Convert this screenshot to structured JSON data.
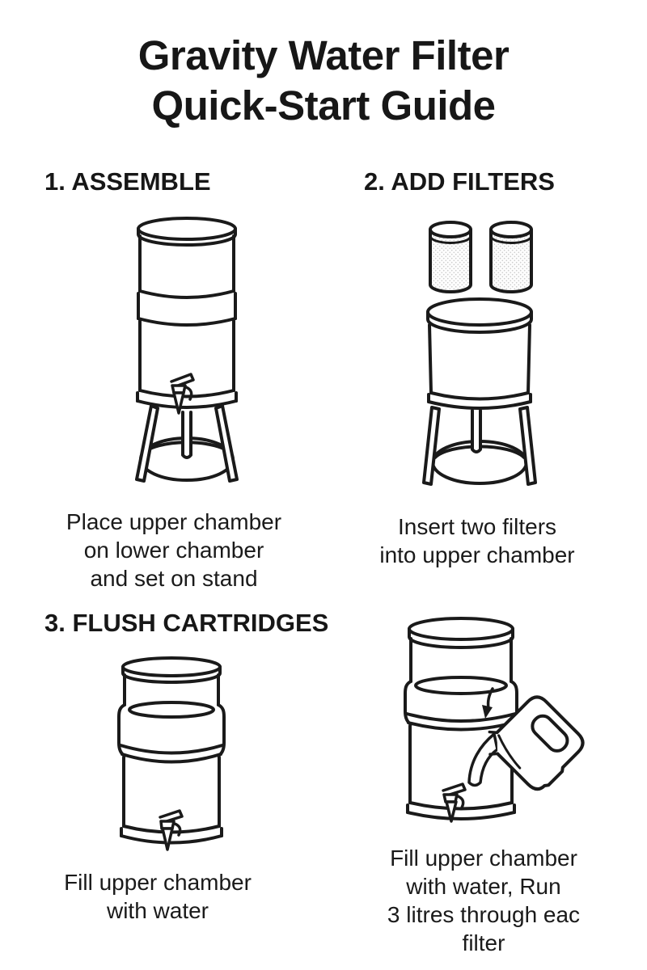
{
  "title": {
    "line1": "Gravity Water Filter",
    "line2": "Quick-Start Guide"
  },
  "steps": [
    {
      "heading": "1. ASSEMBLE",
      "illustration": "assembled-filter-unit-on-stand",
      "caption_lines": [
        "Place upper chamber",
        "on lower chamber",
        "and set on stand"
      ]
    },
    {
      "heading": "2. ADD FILTERS",
      "illustration": "two-filter-cartridges-above-upper-chamber-on-stand",
      "caption_lines": [
        "Insert two filters",
        "into upper chamber"
      ]
    },
    {
      "heading": "3. FLUSH CARTRIDGES",
      "illustration": "filter-unit-filled-with-water",
      "caption_lines": [
        "Fill upper chamber",
        "with water"
      ]
    },
    {
      "heading": "",
      "illustration": "jug-pouring-water-into-upper-chamber",
      "caption_lines": [
        "Fill upper chamber",
        "with water, Run",
        "3 litres through eac",
        "filter"
      ]
    }
  ],
  "colors": {
    "ink": "#1a1a1a",
    "background": "#ffffff",
    "cartridge_texture": "#cfcfcf"
  }
}
